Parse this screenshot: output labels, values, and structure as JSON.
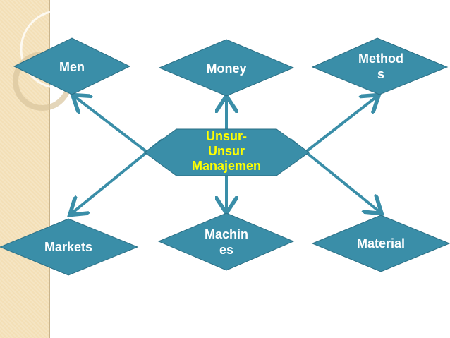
{
  "center": {
    "label": "Unsur-\nUnsur\nManajemen"
  },
  "nodes": [
    {
      "id": "men",
      "label": "Men"
    },
    {
      "id": "money",
      "label": "Money"
    },
    {
      "id": "methods",
      "label": "Method\ns"
    },
    {
      "id": "markets",
      "label": "Markets"
    },
    {
      "id": "machines",
      "label": "Machin\nes"
    },
    {
      "id": "material",
      "label": "Material"
    }
  ],
  "colors": {
    "node_fill": "#3a8ea8",
    "node_stroke": "#2b6f85",
    "center_text": "#ffff00",
    "side_panel": "#f3dfb6"
  }
}
